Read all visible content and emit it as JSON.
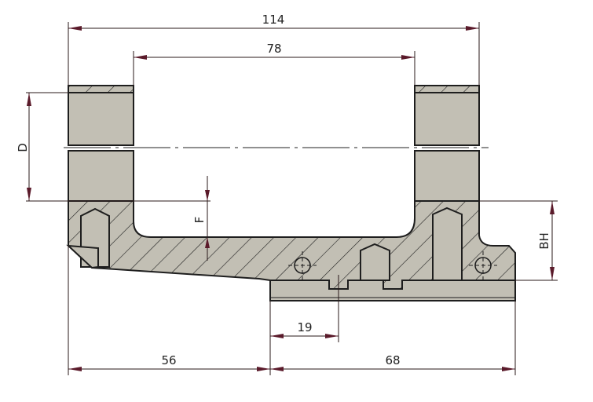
{
  "drawing": {
    "dimensions": {
      "overall_width": "114",
      "ring_inner_width": "78",
      "ring_diameter": "D",
      "floor_height": "F",
      "base_height": "BH",
      "slot_offset": "19",
      "left_length": "56",
      "right_length": "68"
    },
    "colors": {
      "material": "#c2bfb4",
      "outline": "#1e1e1e",
      "arrow": "#5a1a2a"
    }
  }
}
